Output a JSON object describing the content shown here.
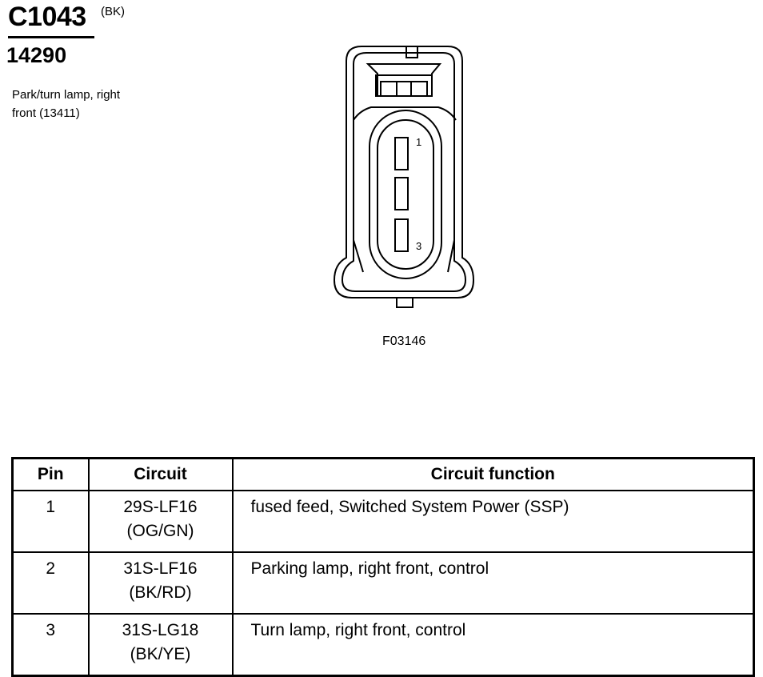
{
  "header": {
    "connector_id": "C1043",
    "connector_color": "(BK)",
    "component_id": "14290",
    "component_description": [
      "Park/turn lamp, right",
      "front (13411)"
    ]
  },
  "figure": {
    "pin_labels": [
      "1",
      "3"
    ],
    "code": "F03146"
  },
  "table": {
    "headers": [
      "Pin",
      "Circuit",
      "Circuit function"
    ],
    "rows": [
      {
        "pin": "1",
        "circuit": "29S-LF16",
        "wire_color": "(OG/GN)",
        "function": "fused feed, Switched System Power (SSP)"
      },
      {
        "pin": "2",
        "circuit": "31S-LF16",
        "wire_color": "(BK/RD)",
        "function": "Parking lamp, right front, control"
      },
      {
        "pin": "3",
        "circuit": "31S-LG18",
        "wire_color": "(BK/YE)",
        "function": "Turn lamp, right front, control"
      }
    ]
  }
}
